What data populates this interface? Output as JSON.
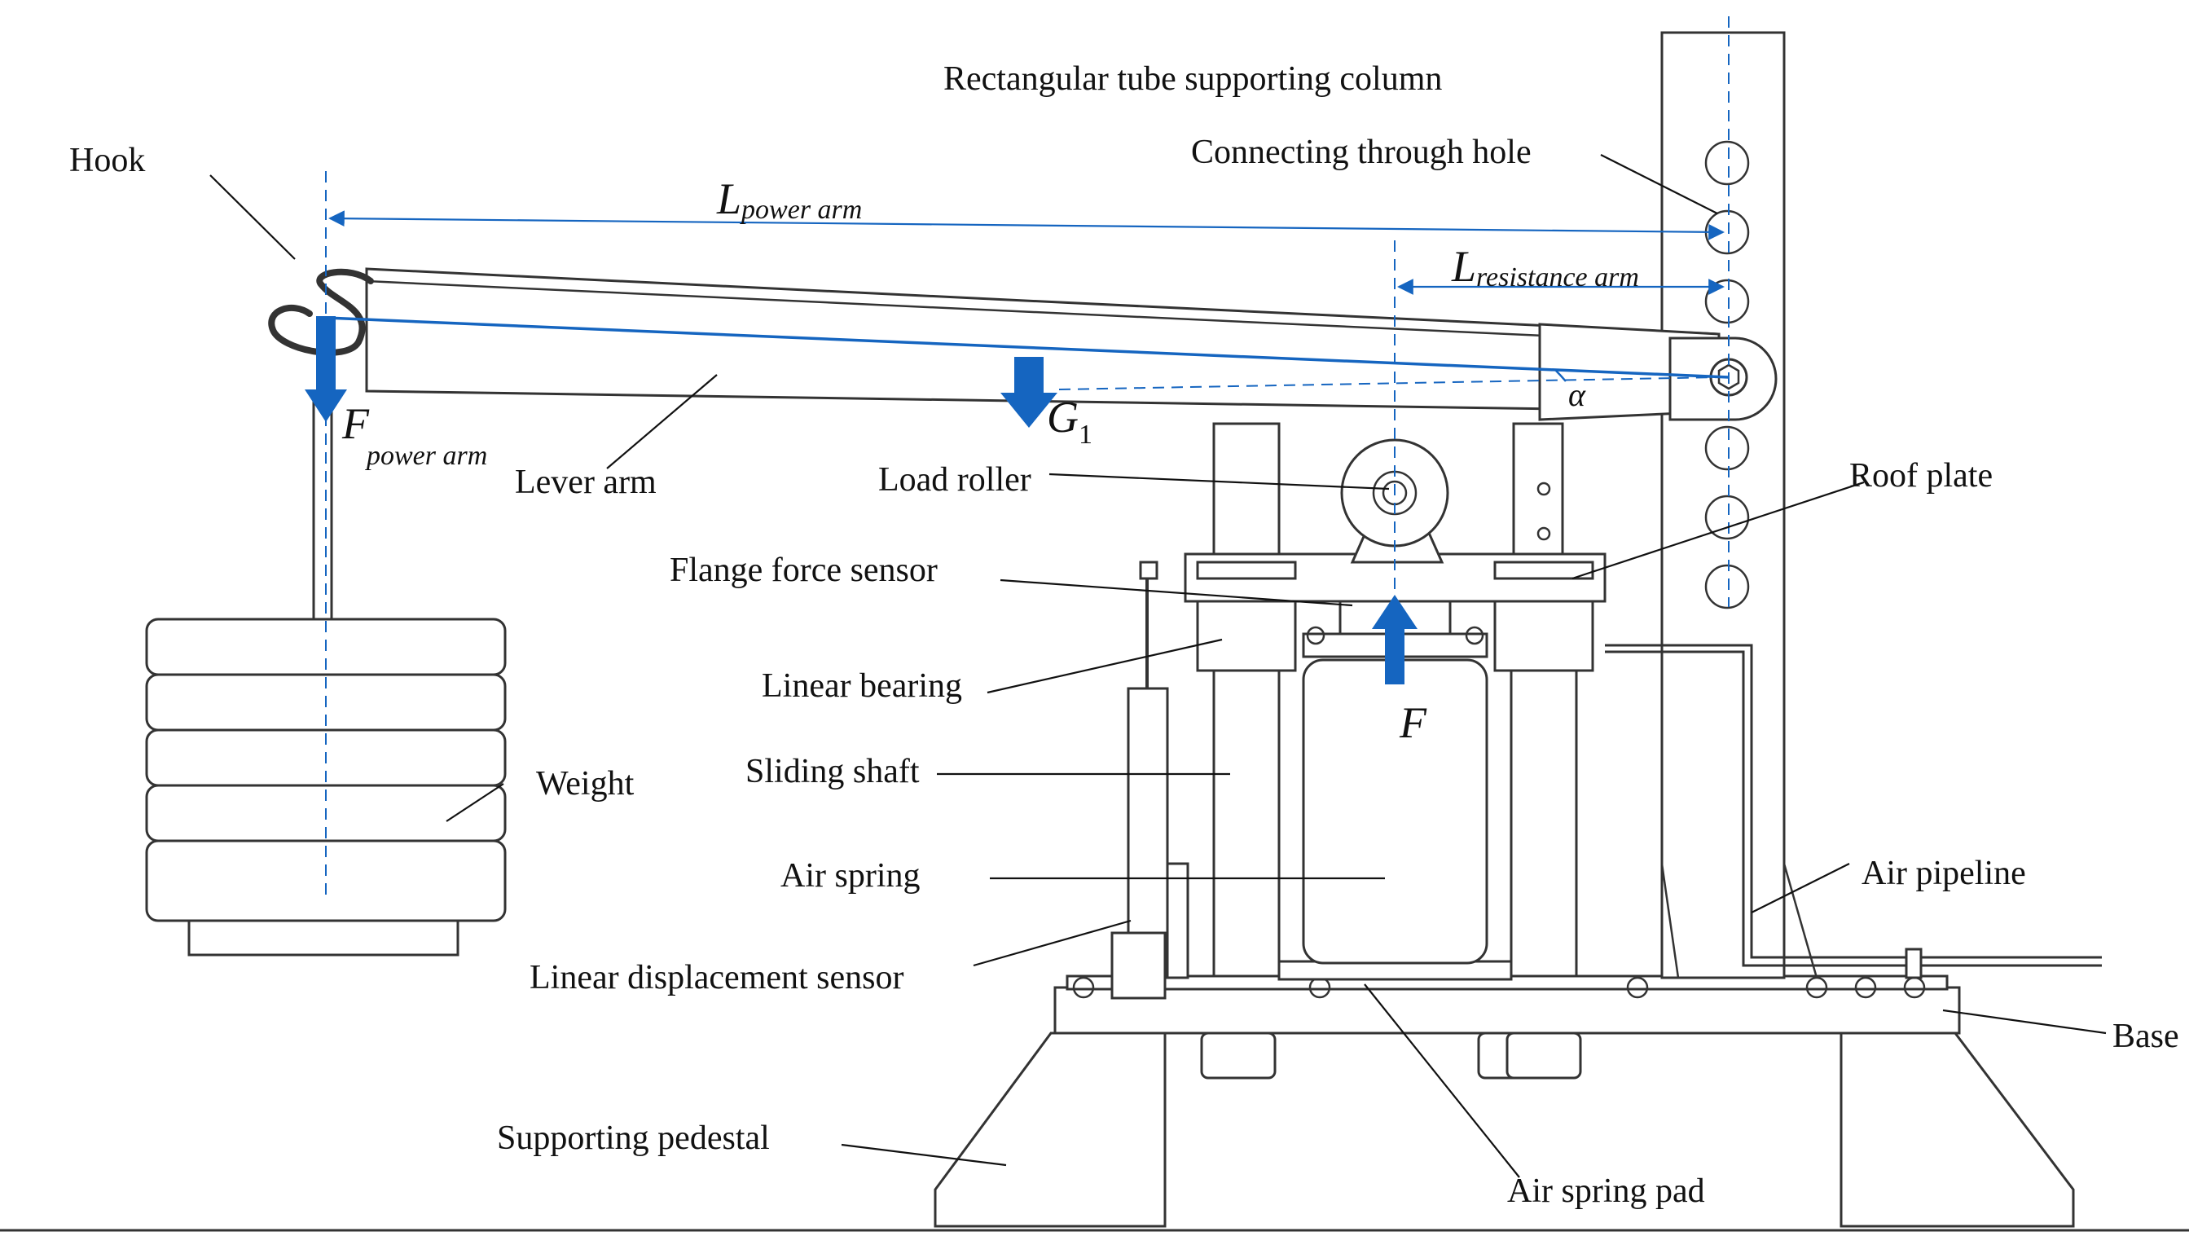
{
  "colors": {
    "accent": "#1565c0",
    "line": "#333333"
  },
  "labels": {
    "column": "Rectangular tube supporting column",
    "through_hole": "Connecting through hole",
    "hook": "Hook",
    "lever_arm": "Lever arm",
    "load_roller": "Load roller",
    "roof_plate": "Roof plate",
    "flange_sensor": "Flange force sensor",
    "linear_bearing": "Linear bearing",
    "sliding_shaft": "Sliding shaft",
    "weight": "Weight",
    "air_spring": "Air spring",
    "air_pipeline": "Air pipeline",
    "linear_disp_sensor": "Linear displacement sensor",
    "base": "Base",
    "supporting_pedestal": "Supporting pedestal",
    "air_spring_pad": "Air spring pad"
  },
  "symbols": {
    "L": "L",
    "power_arm_sub": "power arm",
    "resistance_arm_sub": "resistance arm",
    "F": "F",
    "G": "G",
    "G_sub": "1",
    "alpha": "α"
  }
}
